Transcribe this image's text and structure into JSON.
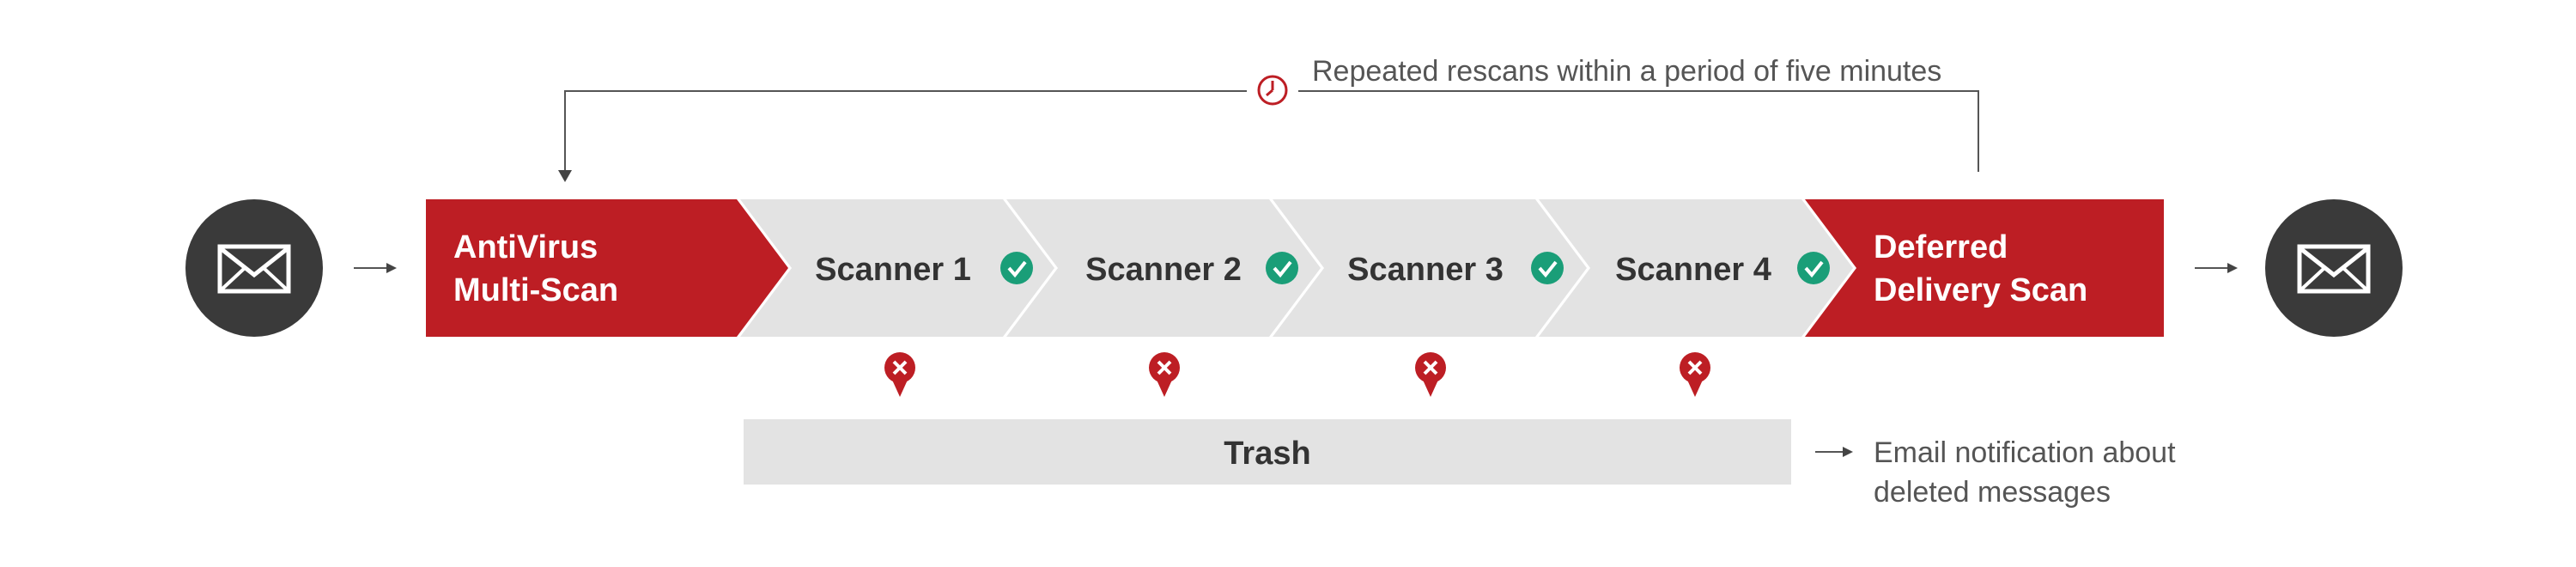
{
  "rescan_note": "Repeated rescans within a period of five minutes",
  "icons": {
    "mail_in": "envelope-icon",
    "mail_out": "envelope-icon",
    "clock": "clock-icon",
    "check": "check-circle-icon",
    "reject": "x-pin-icon"
  },
  "stages": {
    "antivirus": [
      "AntiVirus",
      "Multi-Scan"
    ],
    "scanners": [
      "Scanner 1",
      "Scanner 2",
      "Scanner 3",
      "Scanner 4"
    ],
    "deferred": [
      "Deferred",
      "Delivery Scan"
    ]
  },
  "trash_label": "Trash",
  "notification": [
    "Email notification about",
    "deleted messages"
  ],
  "colors": {
    "accent_red": "#bd1e24",
    "scanner_gray": "#e3e3e3",
    "check_green": "#1a9e78",
    "dark_circle": "#3a3a3a",
    "text_dark": "#333333",
    "text_gray": "#555555"
  }
}
